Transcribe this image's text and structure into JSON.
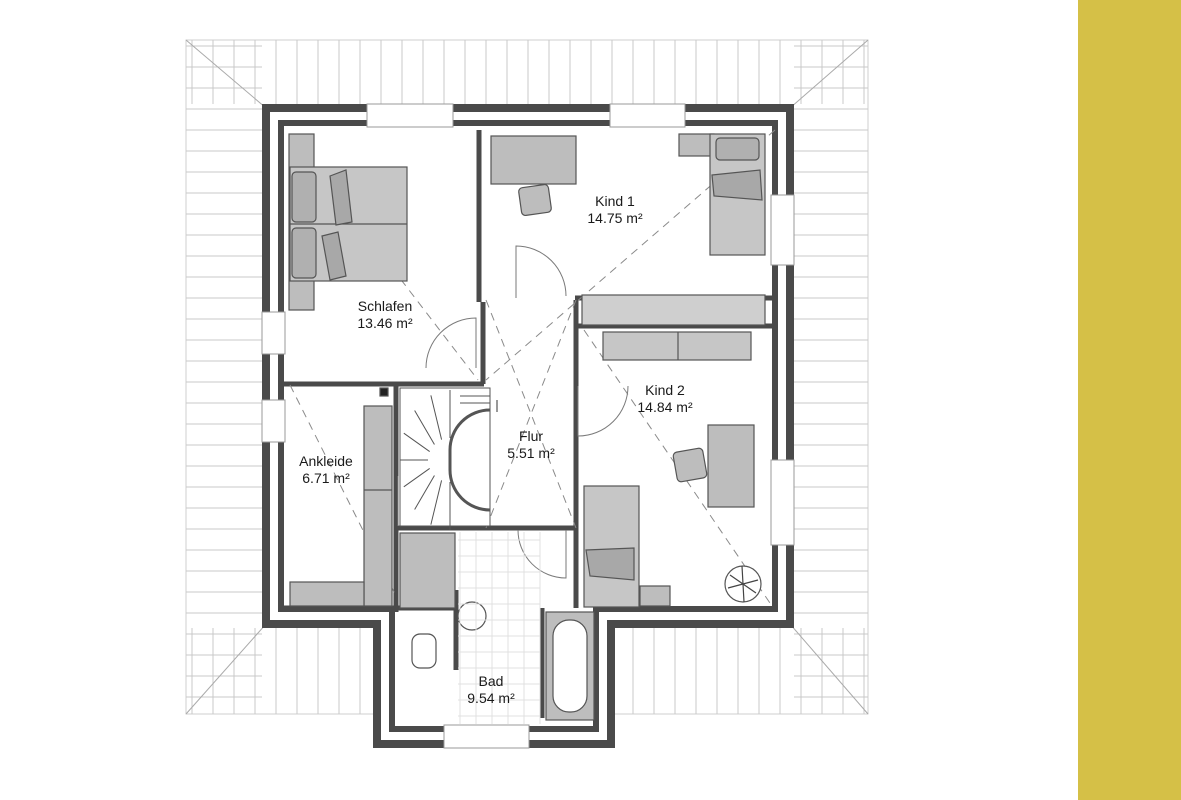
{
  "rooms": {
    "schlafen": {
      "name": "Schlafen",
      "area": "13.46 m²"
    },
    "kind1": {
      "name": "Kind 1",
      "area": "14.75 m²"
    },
    "kind2": {
      "name": "Kind 2",
      "area": "14.84 m²"
    },
    "flur": {
      "name": "Flur",
      "area": "5.51 m²"
    },
    "ankleide": {
      "name": "Ankleide",
      "area": "6.71 m²"
    },
    "bad": {
      "name": "Bad",
      "area": "9.54 m²"
    }
  },
  "colors": {
    "accent": "#d5c047",
    "wall": "#4a4a4a",
    "furniture": "#bdbdbd",
    "roof_lines": "#c8c8c8"
  },
  "icons": [
    "double-bed-icon",
    "single-bed-icon",
    "desk-icon",
    "chair-icon",
    "plant-icon",
    "bathtub-icon",
    "toilet-icon",
    "sink-icon",
    "staircase-icon",
    "door-swing-icon",
    "window-icon"
  ]
}
